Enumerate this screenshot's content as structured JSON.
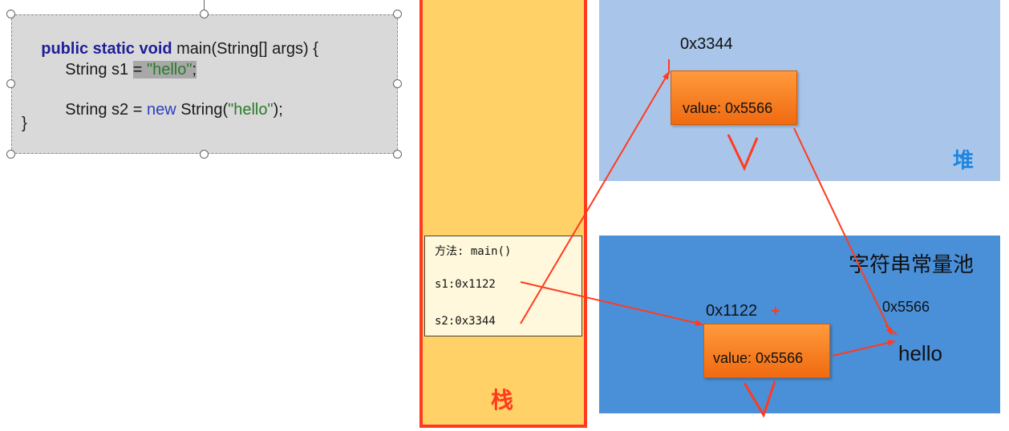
{
  "code": {
    "line1_kw": "public static void",
    "line1_rest": " main(String[] args) {",
    "line2_pre": "String s1 ",
    "line2_eq": "= ",
    "line2_str": "\"hello\"",
    "line2_end": ";",
    "line3_pre": "String s2 = ",
    "line3_new": "new",
    "line3_mid": " String(",
    "line3_str": "\"hello\"",
    "line3_end": ");",
    "line4": "}"
  },
  "stack": {
    "label": "栈",
    "frame_title": "方法: main()",
    "s1": "s1:0x1122",
    "s2": "s2:0x3344"
  },
  "heap": {
    "label": "堆",
    "object_address": "0x3344",
    "object_value": "value: 0x5566"
  },
  "pool": {
    "label": "字符串常量池",
    "object_address": "0x1122",
    "object_value": "value: 0x5566",
    "char_array_address": "0x5566",
    "char_array_content": "hello"
  },
  "colors": {
    "stack_fill": "#ffd166",
    "stack_border": "#ff3b1f",
    "heap_fill": "#a9c6ea",
    "pool_fill": "#4a90d9",
    "object_fill": "#f57c20",
    "arrow": "#ff3b1f"
  }
}
